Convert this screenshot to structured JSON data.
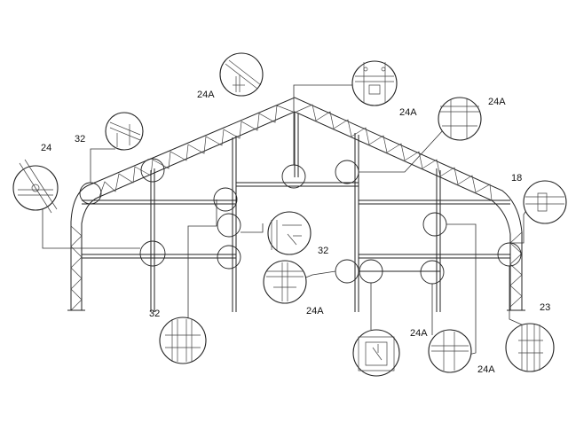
{
  "diagram": {
    "callout_labels": {
      "top_left_apex": "24A",
      "top_center": "24A",
      "top_right": "24A",
      "left_upper": "32",
      "left_side": "24",
      "right_side": "18",
      "center_right": "32",
      "center_lower": "24A",
      "bottom_left": "32",
      "bottom_center": "24A",
      "bottom_right_mid": "24A",
      "bottom_right": "23"
    },
    "line_color": "#222222"
  }
}
